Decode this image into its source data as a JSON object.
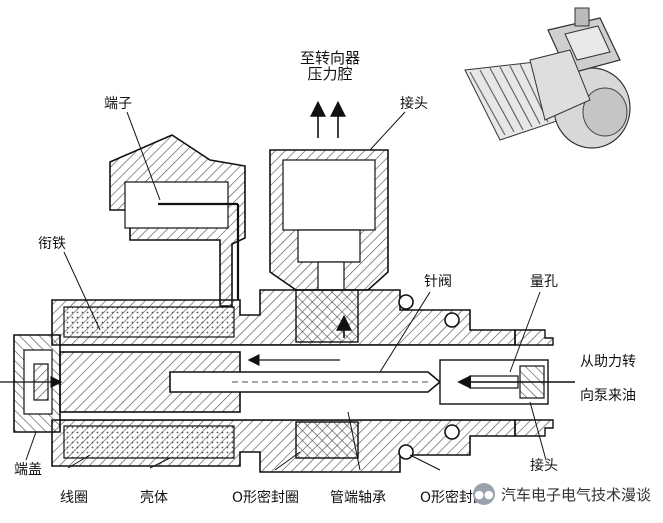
{
  "labels": {
    "to_steering_chamber": "至转向器\n压力腔",
    "fitting_top": "接头",
    "terminal": "端子",
    "armature": "衔铁",
    "needle_valve": "针阀",
    "orifice": "量孔",
    "from_pump_1": "从助力转",
    "from_pump_2": "向泵来油",
    "fitting_right": "接头",
    "end_cap": "端盖",
    "coil": "线圈",
    "housing": "壳体",
    "o_ring_1": "O形密封圈",
    "bearing": "管端轴承",
    "o_ring_2": "O形密封圈"
  },
  "watermark": {
    "text": "汽车电子电气技术漫谈",
    "icon": "wechat-icon"
  },
  "colors": {
    "line": "#1a1a1a",
    "hatch": "#555555",
    "background": "#ffffff"
  }
}
